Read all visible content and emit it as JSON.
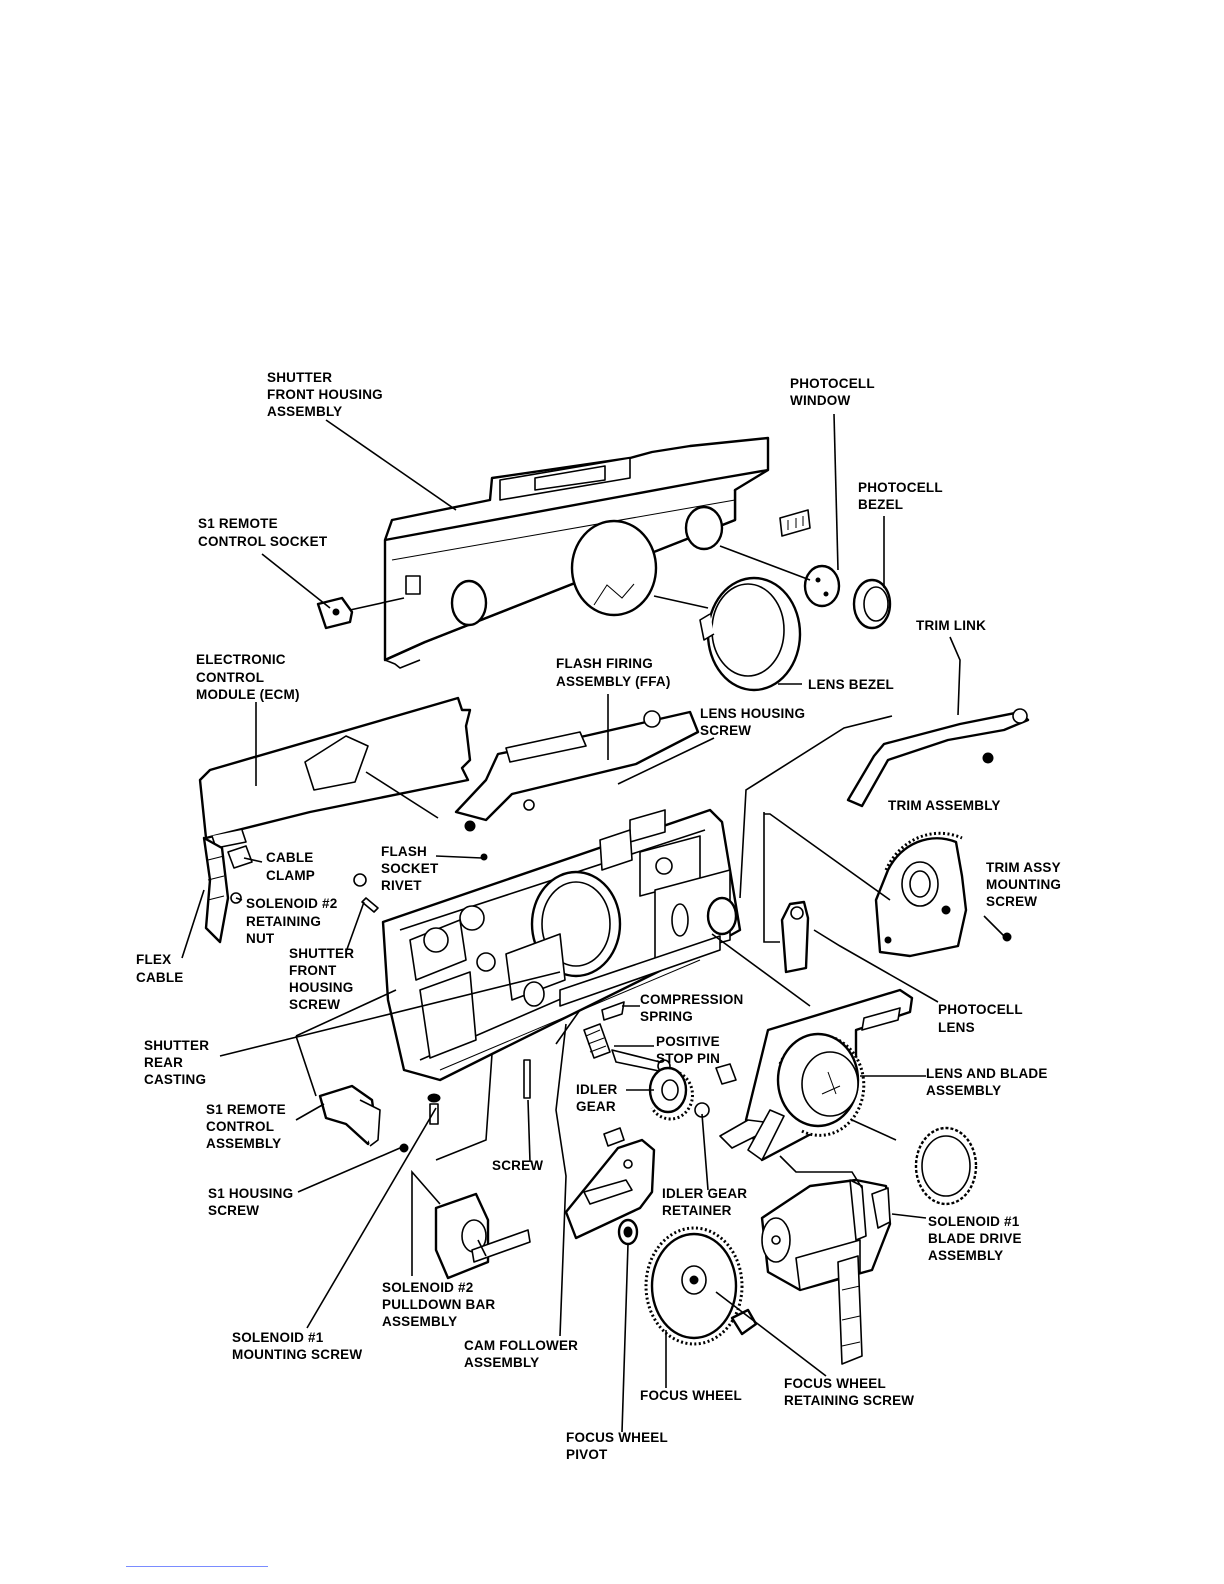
{
  "labels": {
    "shutter_front_housing": [
      "SHUTTER",
      "FRONT HOUSING",
      "ASSEMBLY"
    ],
    "photocell_window": [
      "PHOTOCELL",
      "WINDOW"
    ],
    "photocell_bezel": [
      "PHOTOCELL",
      "BEZEL"
    ],
    "s1_remote_socket": [
      "S1 REMOTE",
      "CONTROL SOCKET"
    ],
    "trim_link": [
      "TRIM LINK"
    ],
    "ecm": [
      "ELECTRONIC",
      "CONTROL",
      "MODULE (ECM)"
    ],
    "ffa": [
      "FLASH FIRING",
      "ASSEMBLY (FFA)"
    ],
    "lens_bezel": [
      "LENS BEZEL"
    ],
    "lens_housing_screw": [
      "LENS HOUSING",
      "SCREW"
    ],
    "trim_assembly": [
      "TRIM ASSEMBLY"
    ],
    "cable_clamp": [
      "CABLE",
      "CLAMP"
    ],
    "flash_socket_rivet": [
      "FLASH",
      "SOCKET",
      "RIVET"
    ],
    "trim_assy_screw": [
      "TRIM ASSY",
      "MOUNTING",
      "SCREW"
    ],
    "solenoid2_nut": [
      "SOLENOID #2",
      "RETAINING",
      "NUT"
    ],
    "flex_cable": [
      "FLEX",
      "CABLE"
    ],
    "shutter_front_screw": [
      "SHUTTER",
      "FRONT",
      "HOUSING",
      "SCREW"
    ],
    "photocell_lens": [
      "PHOTOCELL",
      "LENS"
    ],
    "compression_spring": [
      "COMPRESSION",
      "SPRING"
    ],
    "positive_stop_pin": [
      "POSITIVE",
      "STOP PIN"
    ],
    "shutter_rear_casting": [
      "SHUTTER",
      "REAR",
      "CASTING"
    ],
    "lens_blade_assembly": [
      "LENS AND BLADE",
      "ASSEMBLY"
    ],
    "idler_gear": [
      "IDLER",
      "GEAR"
    ],
    "s1_remote_assembly": [
      "S1 REMOTE",
      "CONTROL",
      "ASSEMBLY"
    ],
    "screw": [
      "SCREW"
    ],
    "idler_gear_retainer": [
      "IDLER GEAR",
      "RETAINER"
    ],
    "s1_housing_screw": [
      "S1 HOUSING",
      "SCREW"
    ],
    "solenoid1_blade": [
      "SOLENOID #1",
      "BLADE DRIVE",
      "ASSEMBLY"
    ],
    "solenoid2_pulldown": [
      "SOLENOID #2",
      "PULLDOWN BAR",
      "ASSEMBLY"
    ],
    "solenoid1_mounting": [
      "SOLENOID #1",
      "MOUNTING SCREW"
    ],
    "cam_follower": [
      "CAM FOLLOWER",
      "ASSEMBLY"
    ],
    "focus_wheel": [
      "FOCUS WHEEL"
    ],
    "focus_wheel_screw": [
      "FOCUS WHEEL",
      "RETAINING SCREW"
    ],
    "focus_wheel_pivot": [
      "FOCUS WHEEL",
      "PIVOT"
    ]
  }
}
